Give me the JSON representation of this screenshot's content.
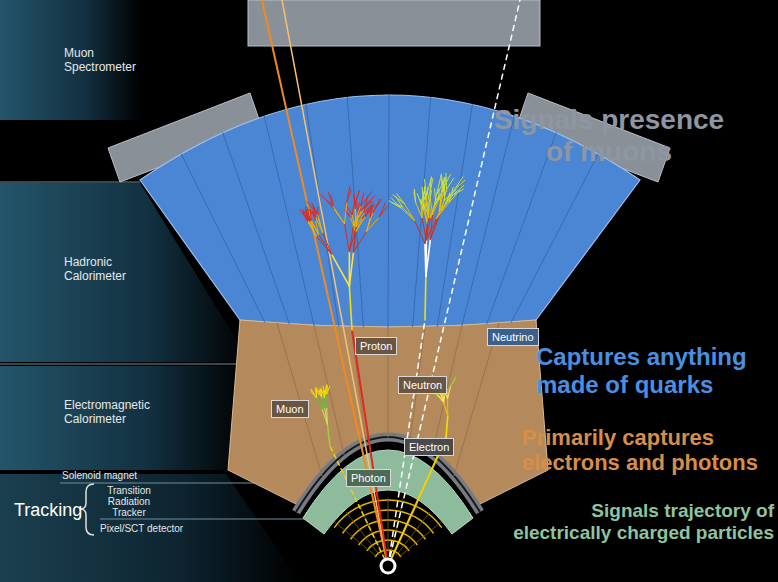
{
  "diagram": {
    "nodes": [
      {
        "text": [
          "Neutrino"
        ]
      },
      {
        "text": [
          "Proton"
        ]
      },
      {
        "text": [
          "Neutron"
        ]
      },
      {
        "text": [
          "Muon"
        ]
      },
      {
        "text": [
          "Electron"
        ]
      },
      {
        "text": [
          "Photon"
        ]
      }
    ],
    "labels": [
      "Muon Spectrometer",
      "Hadronic Calorimeter",
      "Electromagnetic Calorimeter",
      "Solenoid magnet",
      "Transition Radiation Tracker",
      "Tracking",
      "Pixel/SCT detector",
      "Signals presence of muons",
      "Captures anything made of quarks",
      "Primarily captures electrons and photons",
      "Signals trajectory of electrically charged particles"
    ]
  }
}
